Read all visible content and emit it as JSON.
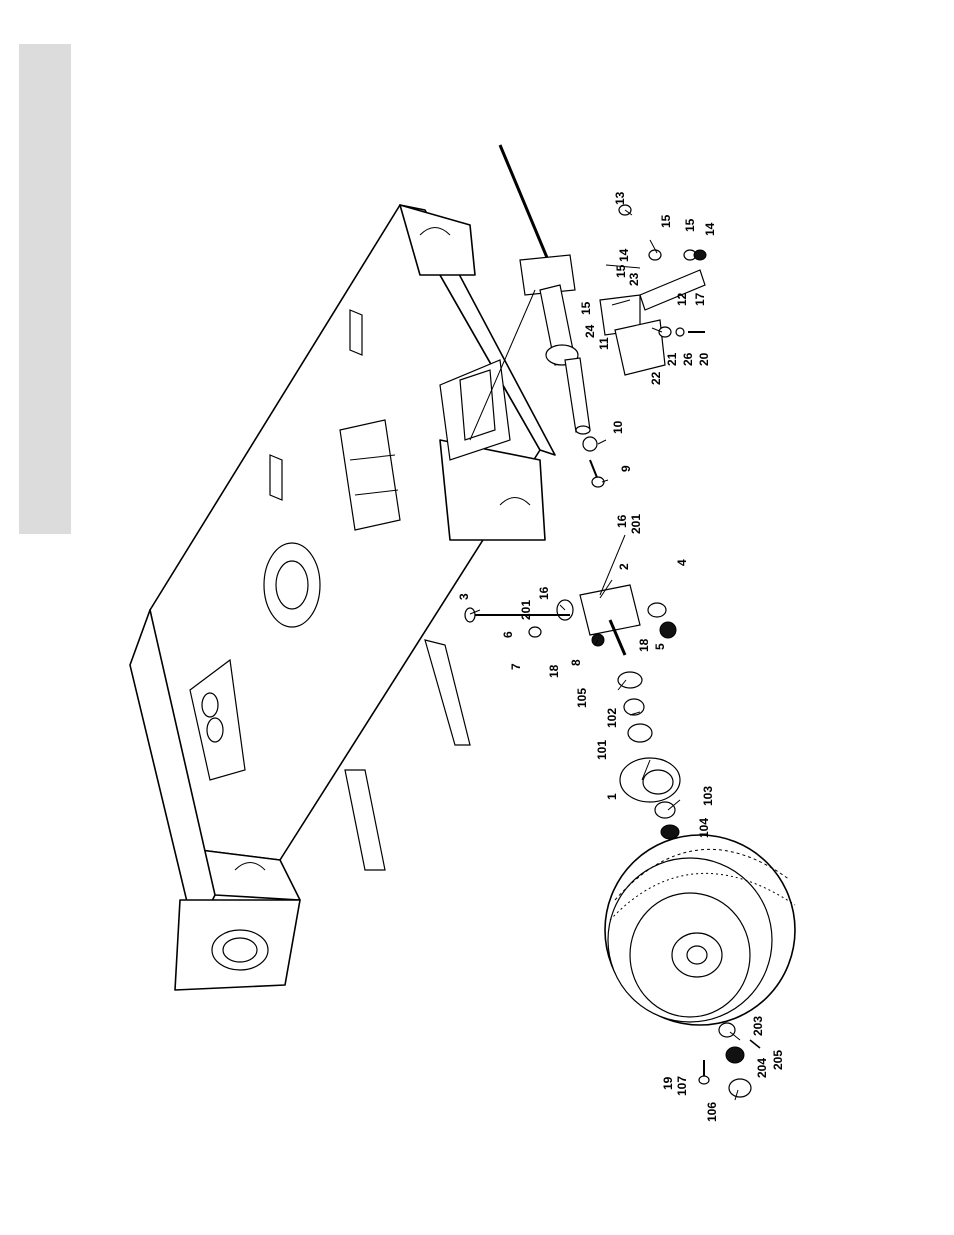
{
  "page": {
    "side_tab_color": "#dcdcdc"
  },
  "callouts": {
    "c13": "13",
    "c15a": "15",
    "c14a": "14",
    "c15b": "15",
    "c14b": "14",
    "c15c": "15",
    "c23": "23",
    "c15d": "15",
    "c24": "24",
    "c11": "11",
    "c12": "12",
    "c17": "17",
    "c22": "22",
    "c21": "21",
    "c26": "26",
    "c20": "20",
    "c10": "10",
    "c9": "9",
    "c16a": "16",
    "c201a": "201",
    "c2": "2",
    "c4": "4",
    "c3": "3",
    "c201b": "201",
    "c16b": "16",
    "c6": "6",
    "c7": "7",
    "c18a": "18",
    "c8": "8",
    "c18b": "18",
    "c5": "5",
    "c105": "105",
    "c102": "102",
    "c101": "101",
    "c1": "1",
    "c103": "103",
    "c104": "104",
    "c203": "203",
    "c205": "205",
    "c204": "204",
    "c19": "19",
    "c107": "107",
    "c106": "106"
  }
}
